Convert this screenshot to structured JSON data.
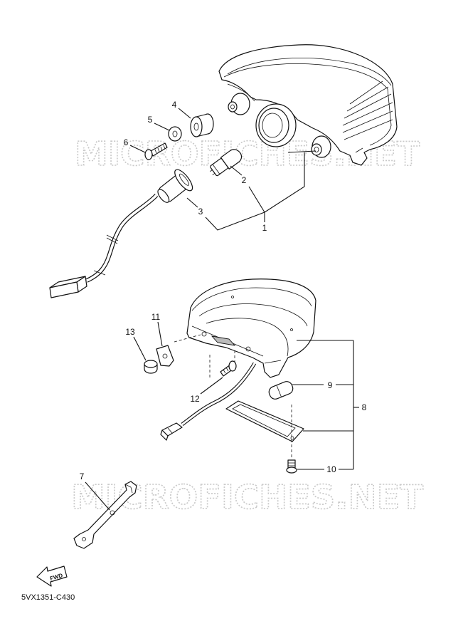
{
  "watermark": "MICROFICHES.NET",
  "callouts": {
    "c1": "1",
    "c2": "2",
    "c3": "3",
    "c4": "4",
    "c5": "5",
    "c6": "6",
    "c7": "7",
    "c8": "8",
    "c9": "9",
    "c10": "10",
    "c11": "11",
    "c12": "12",
    "c13": "13"
  },
  "fwd_label": "FWD",
  "diagram_code": "5VX1351-C430"
}
